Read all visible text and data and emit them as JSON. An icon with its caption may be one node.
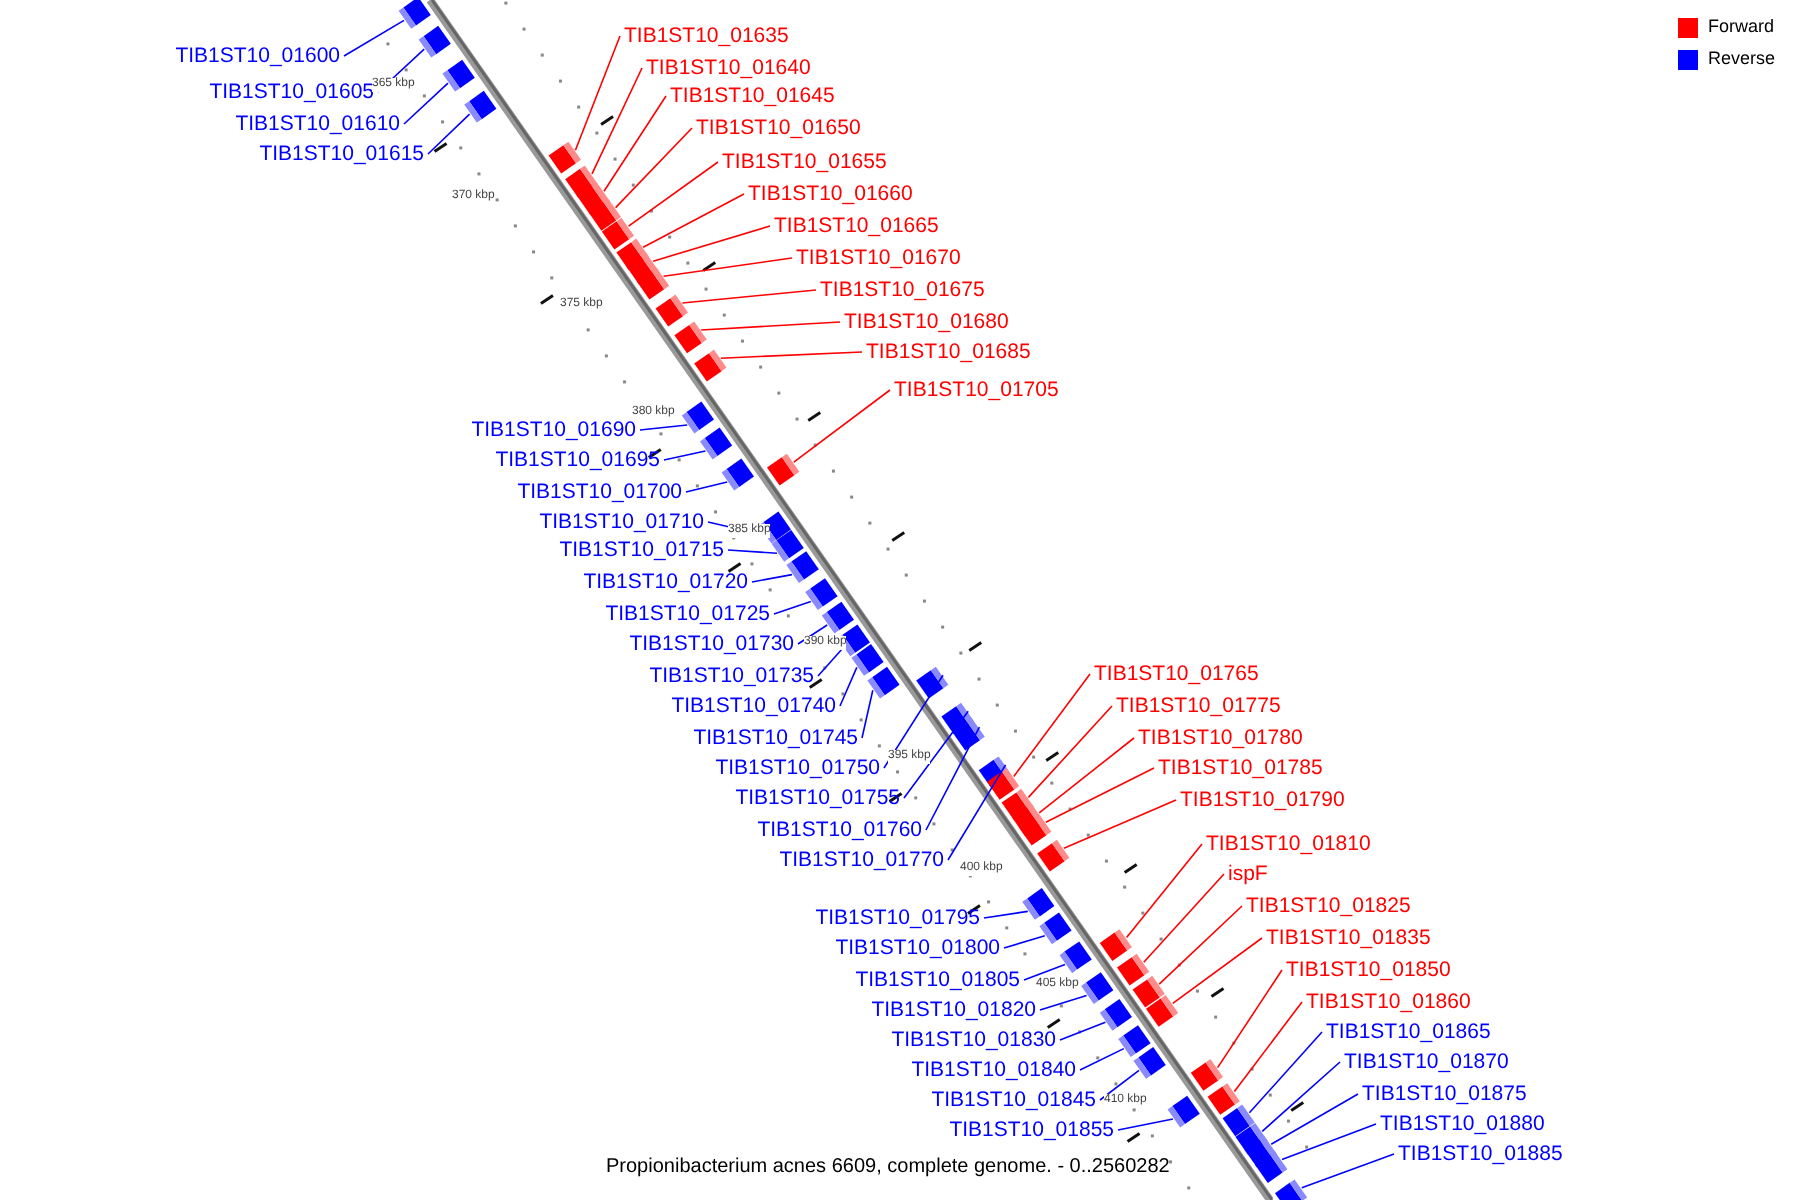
{
  "diagram": {
    "caption": "Propionibacterium acnes 6609, complete genome. - 0..2560282",
    "nodes": [
      {
        "text": [
          "TIB1ST10_01600"
        ]
      },
      {
        "text": [
          "TIB1ST10_01605"
        ]
      },
      {
        "text": [
          "TIB1ST10_01610"
        ]
      },
      {
        "text": [
          "TIB1ST10_01615"
        ]
      },
      {
        "text": [
          "TIB1ST10_01635"
        ]
      },
      {
        "text": [
          "TIB1ST10_01640"
        ]
      },
      {
        "text": [
          "TIB1ST10_01645"
        ]
      },
      {
        "text": [
          "TIB1ST10_01650"
        ]
      },
      {
        "text": [
          "TIB1ST10_01655"
        ]
      },
      {
        "text": [
          "TIB1ST10_01660"
        ]
      },
      {
        "text": [
          "TIB1ST10_01665"
        ]
      },
      {
        "text": [
          "TIB1ST10_01670"
        ]
      },
      {
        "text": [
          "TIB1ST10_01675"
        ]
      },
      {
        "text": [
          "TIB1ST10_01680"
        ]
      },
      {
        "text": [
          "TIB1ST10_01685"
        ]
      },
      {
        "text": [
          "TIB1ST10_01705"
        ]
      },
      {
        "text": [
          "TIB1ST10_01690"
        ]
      },
      {
        "text": [
          "TIB1ST10_01695"
        ]
      },
      {
        "text": [
          "TIB1ST10_01700"
        ]
      },
      {
        "text": [
          "TIB1ST10_01710"
        ]
      },
      {
        "text": [
          "TIB1ST10_01715"
        ]
      },
      {
        "text": [
          "TIB1ST10_01720"
        ]
      },
      {
        "text": [
          "TIB1ST10_01725"
        ]
      },
      {
        "text": [
          "TIB1ST10_01730"
        ]
      },
      {
        "text": [
          "TIB1ST10_01735"
        ]
      },
      {
        "text": [
          "TIB1ST10_01740"
        ]
      },
      {
        "text": [
          "TIB1ST10_01745"
        ]
      },
      {
        "text": [
          "TIB1ST10_01750"
        ]
      },
      {
        "text": [
          "TIB1ST10_01755"
        ]
      },
      {
        "text": [
          "TIB1ST10_01760"
        ]
      },
      {
        "text": [
          "TIB1ST10_01770"
        ]
      },
      {
        "text": [
          "TIB1ST10_01765"
        ]
      },
      {
        "text": [
          "TIB1ST10_01775"
        ]
      },
      {
        "text": [
          "TIB1ST10_01780"
        ]
      },
      {
        "text": [
          "TIB1ST10_01785"
        ]
      },
      {
        "text": [
          "TIB1ST10_01790"
        ]
      },
      {
        "text": [
          "TIB1ST10_01810"
        ]
      },
      {
        "text": [
          "ispF"
        ]
      },
      {
        "text": [
          "TIB1ST10_01825"
        ]
      },
      {
        "text": [
          "TIB1ST10_01835"
        ]
      },
      {
        "text": [
          "TIB1ST10_01850"
        ]
      },
      {
        "text": [
          "TIB1ST10_01860"
        ]
      },
      {
        "text": [
          "TIB1ST10_01795"
        ]
      },
      {
        "text": [
          "TIB1ST10_01800"
        ]
      },
      {
        "text": [
          "TIB1ST10_01805"
        ]
      },
      {
        "text": [
          "TIB1ST10_01820"
        ]
      },
      {
        "text": [
          "TIB1ST10_01830"
        ]
      },
      {
        "text": [
          "TIB1ST10_01840"
        ]
      },
      {
        "text": [
          "TIB1ST10_01845"
        ]
      },
      {
        "text": [
          "TIB1ST10_01855"
        ]
      },
      {
        "text": [
          "TIB1ST10_01865"
        ]
      },
      {
        "text": [
          "TIB1ST10_01870"
        ]
      },
      {
        "text": [
          "TIB1ST10_01875"
        ]
      },
      {
        "text": [
          "TIB1ST10_01880"
        ]
      },
      {
        "text": [
          "TIB1ST10_01885"
        ]
      },
      {
        "text": [],
        "shape": "box"
      },
      {
        "text": [],
        "shape": "box"
      },
      {
        "text": [],
        "shape": "box"
      },
      {
        "text": [],
        "shape": "box"
      },
      {
        "text": [],
        "shape": "box"
      },
      {
        "text": [],
        "shape": "box"
      },
      {
        "text": [],
        "shape": "box"
      },
      {
        "text": [],
        "shape": "box"
      },
      {
        "text": [],
        "shape": "box"
      },
      {
        "text": [],
        "shape": "box"
      },
      {
        "text": [],
        "shape": "box"
      },
      {
        "text": [],
        "shape": "box"
      },
      {
        "text": [],
        "shape": "box"
      },
      {
        "text": [],
        "shape": "box"
      },
      {
        "text": [],
        "shape": "box"
      },
      {
        "text": [],
        "shape": "box"
      },
      {
        "text": [],
        "shape": "box"
      },
      {
        "text": [],
        "shape": "box"
      },
      {
        "text": [],
        "shape": "box"
      },
      {
        "text": [],
        "shape": "box"
      },
      {
        "text": [],
        "shape": "box"
      },
      {
        "text": [],
        "shape": "box"
      },
      {
        "text": [],
        "shape": "box"
      },
      {
        "text": [],
        "shape": "box"
      },
      {
        "text": [],
        "shape": "box"
      },
      {
        "text": [],
        "shape": "box"
      },
      {
        "text": [],
        "shape": "box"
      },
      {
        "text": [],
        "shape": "box"
      },
      {
        "text": [],
        "shape": "box"
      },
      {
        "text": [],
        "shape": "box"
      },
      {
        "text": [],
        "shape": "box"
      },
      {
        "text": [],
        "shape": "box"
      },
      {
        "text": [],
        "shape": "box"
      },
      {
        "text": [],
        "shape": "box"
      },
      {
        "text": [],
        "shape": "box"
      },
      {
        "text": [],
        "shape": "box"
      },
      {
        "text": [],
        "shape": "box"
      },
      {
        "text": [],
        "shape": "box"
      },
      {
        "text": [],
        "shape": "box"
      },
      {
        "text": [],
        "shape": "box"
      },
      {
        "text": [],
        "shape": "box"
      },
      {
        "text": [],
        "shape": "box"
      },
      {
        "text": [],
        "shape": "box"
      },
      {
        "text": [],
        "shape": "box"
      },
      {
        "text": [],
        "shape": "box"
      },
      {
        "text": [],
        "shape": "box"
      },
      {
        "text": [],
        "shape": "box"
      },
      {
        "text": [],
        "shape": "box"
      },
      {
        "text": [],
        "shape": "box"
      },
      {
        "text": [],
        "shape": "box"
      },
      {
        "text": [],
        "shape": "box"
      },
      {
        "text": [],
        "shape": "box"
      },
      {
        "text": [],
        "shape": "box"
      },
      {
        "text": [],
        "shape": "box"
      },
      {
        "text": [],
        "shape": "box"
      }
    ],
    "edges": [
      {
        "from": 0,
        "to": 55,
        "arrow": "none"
      },
      {
        "from": 1,
        "to": 56,
        "arrow": "none"
      },
      {
        "from": 2,
        "to": 57,
        "arrow": "none"
      },
      {
        "from": 3,
        "to": 58,
        "arrow": "none"
      },
      {
        "from": 4,
        "to": 59,
        "arrow": "none",
        "color": "#ff0000"
      },
      {
        "from": 5,
        "to": 60,
        "arrow": "none",
        "color": "#ff0000"
      },
      {
        "from": 6,
        "to": 61,
        "arrow": "none",
        "color": "#ff0000"
      },
      {
        "from": 7,
        "to": 62,
        "arrow": "none",
        "color": "#ff0000"
      },
      {
        "from": 8,
        "to": 63,
        "arrow": "none",
        "color": "#ff0000"
      },
      {
        "from": 9,
        "to": 64,
        "arrow": "none",
        "color": "#ff0000"
      },
      {
        "from": 10,
        "to": 65,
        "arrow": "none",
        "color": "#ff0000"
      },
      {
        "from": 11,
        "to": 66,
        "arrow": "none",
        "color": "#ff0000"
      },
      {
        "from": 12,
        "to": 67,
        "arrow": "none",
        "color": "#ff0000"
      },
      {
        "from": 13,
        "to": 68,
        "arrow": "none",
        "color": "#ff0000"
      },
      {
        "from": 14,
        "to": 69,
        "arrow": "none",
        "color": "#ff0000"
      },
      {
        "from": 15,
        "to": 70,
        "arrow": "none",
        "color": "#ff0000"
      },
      {
        "from": 16,
        "to": 71,
        "arrow": "none"
      },
      {
        "from": 17,
        "to": 72,
        "arrow": "none"
      },
      {
        "from": 18,
        "to": 73,
        "arrow": "none"
      },
      {
        "from": 19,
        "to": 74,
        "arrow": "none"
      },
      {
        "from": 20,
        "to": 75,
        "arrow": "none"
      },
      {
        "from": 21,
        "to": 76,
        "arrow": "none"
      },
      {
        "from": 22,
        "to": 77,
        "arrow": "none"
      },
      {
        "from": 23,
        "to": 78,
        "arrow": "none"
      },
      {
        "from": 24,
        "to": 79,
        "arrow": "none"
      },
      {
        "from": 25,
        "to": 80,
        "arrow": "none"
      },
      {
        "from": 26,
        "to": 81,
        "arrow": "none"
      },
      {
        "from": 27,
        "to": 82,
        "arrow": "none"
      },
      {
        "from": 28,
        "to": 83,
        "arrow": "none"
      },
      {
        "from": 29,
        "to": 84,
        "arrow": "none"
      },
      {
        "from": 30,
        "to": 85,
        "arrow": "none"
      },
      {
        "from": 31,
        "to": 86,
        "arrow": "none",
        "color": "#ff0000"
      },
      {
        "from": 32,
        "to": 87,
        "arrow": "none",
        "color": "#ff0000"
      },
      {
        "from": 33,
        "to": 88,
        "arrow": "none",
        "color": "#ff0000"
      },
      {
        "from": 34,
        "to": 89,
        "arrow": "none",
        "color": "#ff0000"
      },
      {
        "from": 35,
        "to": 90,
        "arrow": "none",
        "color": "#ff0000"
      },
      {
        "from": 36,
        "to": 91,
        "arrow": "none",
        "color": "#ff0000"
      },
      {
        "from": 37,
        "to": 92,
        "arrow": "none",
        "color": "#ff0000"
      },
      {
        "from": 38,
        "to": 93,
        "arrow": "none",
        "color": "#ff0000"
      },
      {
        "from": 39,
        "to": 94,
        "arrow": "none",
        "color": "#ff0000"
      },
      {
        "from": 40,
        "to": 95,
        "arrow": "none",
        "color": "#ff0000"
      },
      {
        "from": 41,
        "to": 96,
        "arrow": "none",
        "color": "#ff0000"
      },
      {
        "from": 42,
        "to": 97,
        "arrow": "none"
      },
      {
        "from": 43,
        "to": 98,
        "arrow": "none"
      },
      {
        "from": 44,
        "to": 99,
        "arrow": "none"
      },
      {
        "from": 45,
        "to": 100,
        "arrow": "none"
      },
      {
        "from": 46,
        "to": 101,
        "arrow": "none"
      },
      {
        "from": 47,
        "to": 102,
        "arrow": "none"
      },
      {
        "from": 48,
        "to": 103,
        "arrow": "none"
      },
      {
        "from": 49,
        "to": 104,
        "arrow": "none"
      },
      {
        "from": 50,
        "to": 105,
        "arrow": "none"
      },
      {
        "from": 51,
        "to": 106,
        "arrow": "none"
      },
      {
        "from": 52,
        "to": 107,
        "arrow": "none"
      },
      {
        "from": 53,
        "to": 108,
        "arrow": "none"
      },
      {
        "from": 54,
        "to": 109,
        "arrow": "none"
      }
    ],
    "labels": [
      "365 kbp",
      "370 kbp",
      "375 kbp",
      "380 kbp",
      "385 kbp",
      "390 kbp",
      "395 kbp",
      "400 kbp",
      "405 kbp",
      "410 kbp"
    ],
    "legend": [
      {
        "text": "Forward",
        "color": "#ff0000"
      },
      {
        "text": "Reverse",
        "color": "#0000ff"
      }
    ]
  }
}
